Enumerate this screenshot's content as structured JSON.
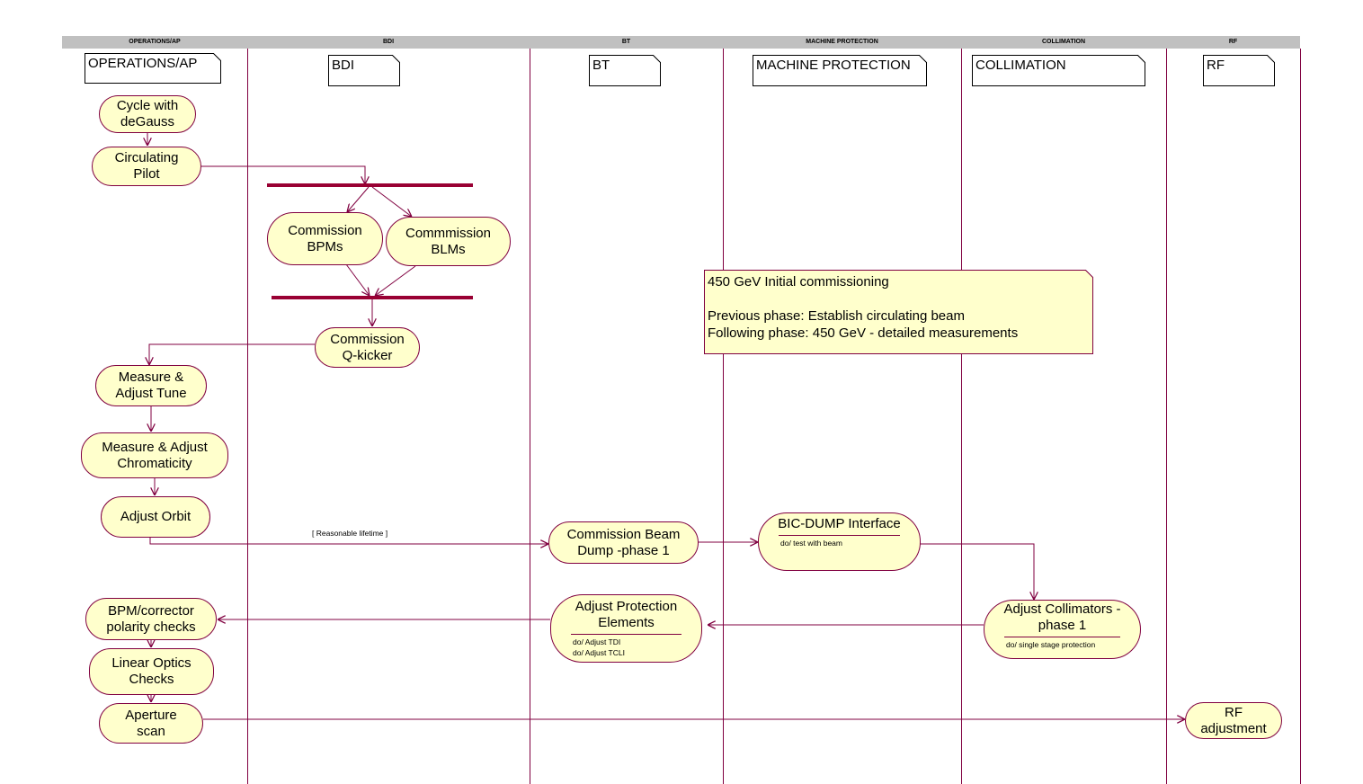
{
  "lanes": [
    {
      "header": "OPERATIONS/AP",
      "object": "OPERATIONS/AP"
    },
    {
      "header": "BDI",
      "object": "BDI"
    },
    {
      "header": "BT",
      "object": "BT"
    },
    {
      "header": "MACHINE PROTECTION",
      "object": "MACHINE PROTECTION"
    },
    {
      "header": "COLLIMATION",
      "object": "COLLIMATION"
    },
    {
      "header": "RF",
      "object": "RF"
    }
  ],
  "activities": {
    "cycle": "Cycle with\ndeGauss",
    "pilot": "Circulating\nPilot",
    "bpms": "Commission\nBPMs",
    "blms": "Commmission\nBLMs",
    "qkicker": "Commission\nQ-kicker",
    "tune": "Measure &\nAdjust Tune",
    "chroma": "Measure & Adjust\nChromaticity",
    "orbit": "Adjust Orbit",
    "dump": "Commission Beam\nDump -phase 1",
    "bic": "BIC-DUMP Interface",
    "bic_do": "do/  test with beam",
    "collimators": "Adjust Collimators -\nphase 1",
    "collimators_do": "do/ single stage protection",
    "protection": "Adjust Protection\nElements",
    "protection_do": "do/ Adjust TDI\ndo/ Adjust TCLI",
    "bpm_polarity": "BPM/corrector\npolarity checks",
    "linear_optics": "Linear Optics\nChecks",
    "aperture": "Aperture\nscan",
    "rf": "RF\nadjustment"
  },
  "guard": "[ Reasonable lifetime ]",
  "note": {
    "line1": "450 GeV Initial commissioning",
    "line2": "",
    "line3": "Previous phase: Establish circulating beam",
    "line4": "Following phase: 450 GeV - detailed measurements"
  },
  "colors": {
    "activity_fill": "#ffffcc",
    "line": "#800040",
    "sync_bar": "#990033",
    "header": "#c0c0c0"
  }
}
